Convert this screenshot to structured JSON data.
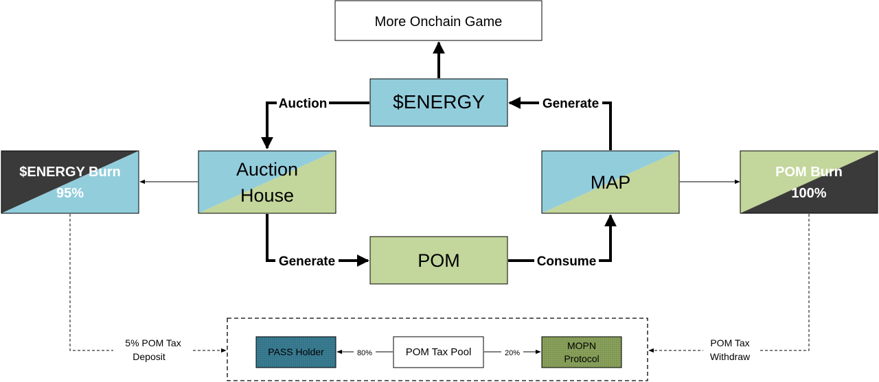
{
  "colors": {
    "blue": "#92cddc",
    "green": "#c3d69b",
    "dark": "#3a3a3a",
    "dark_blue_pattern": "#3b7e94",
    "olive_pattern": "#8aa25c",
    "line": "#000000"
  },
  "nodes": {
    "more_game": "More Onchain Game",
    "energy": "$ENERGY",
    "auction_house_line1": "Auction",
    "auction_house_line2": "House",
    "map": "MAP",
    "pom": "POM",
    "energy_burn_line1": "$ENERGY Burn",
    "energy_burn_line2": "95%",
    "pom_burn_line1": "POM Burn",
    "pom_burn_line2": "100%",
    "pass_holder": "PASS Holder",
    "tax_pool": "POM Tax Pool",
    "mopn_line1": "MOPN",
    "mopn_line2": "Protocol"
  },
  "edges": {
    "auction": "Auction",
    "generate_top": "Generate",
    "generate_bottom": "Generate",
    "consume": "Consume",
    "pct_80": "80%",
    "pct_20": "20%",
    "deposit_line1": "5% POM Tax",
    "deposit_line2": "Deposit",
    "withdraw_line1": "POM Tax",
    "withdraw_line2": "Withdraw"
  }
}
